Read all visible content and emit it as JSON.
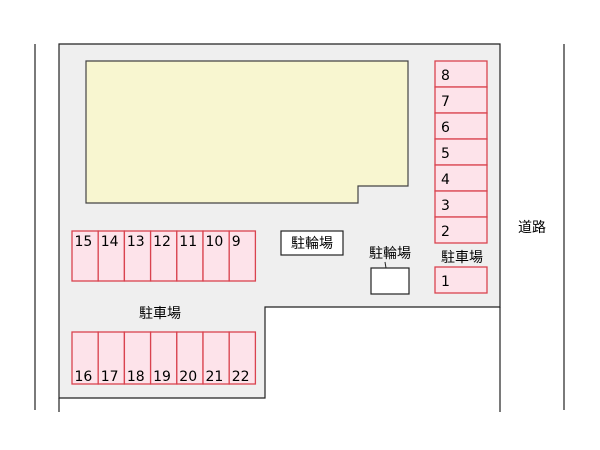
{
  "map": {
    "colors": {
      "lot_fill": "#efefef",
      "building_fill": "#f8f6d0",
      "space_fill": "#fde3ea",
      "space_stroke": "#d9434f",
      "outline": "#222222"
    },
    "labels": {
      "road": "道路",
      "parking_left": "駐車場",
      "parking_right": "駐車場",
      "bicycle_boxed": "駐輪場",
      "bicycle_small": "駐輪場"
    },
    "parking_right_column": [
      "8",
      "7",
      "6",
      "5",
      "4",
      "3",
      "2"
    ],
    "parking_right_single": "1",
    "parking_upper_row": [
      "15",
      "14",
      "13",
      "12",
      "11",
      "10",
      "9"
    ],
    "parking_lower_row": [
      "16",
      "17",
      "18",
      "19",
      "20",
      "21",
      "22"
    ]
  }
}
